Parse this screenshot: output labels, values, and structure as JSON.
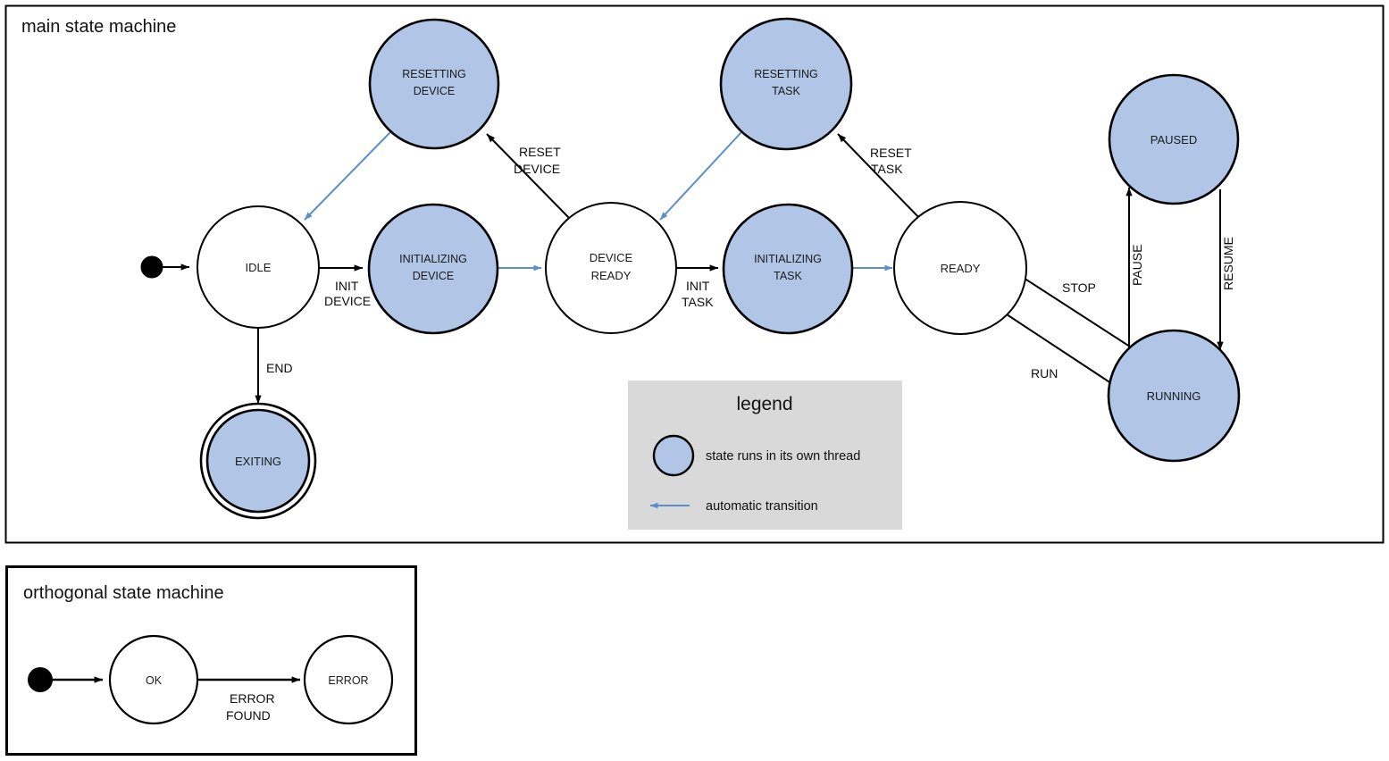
{
  "colors": {
    "thread_state_fill": "#b1c5e7",
    "plain_state_fill": "#ffffff",
    "stroke": "#000000",
    "auto_transition": "#5b8fc9",
    "legend_bg": "#d9d9d9",
    "background": "#ffffff"
  },
  "frames": [
    {
      "id": "main",
      "title": "main state machine"
    },
    {
      "id": "orthogonal",
      "title": "orthogonal state machine"
    }
  ],
  "main": {
    "title": "main state machine",
    "states": [
      {
        "id": "start",
        "label": "",
        "kind": "initial",
        "threaded": false
      },
      {
        "id": "idle",
        "label": "IDLE",
        "kind": "state",
        "threaded": false
      },
      {
        "id": "initializing_device",
        "label": "INITIALIZING DEVICE",
        "line1": "INITIALIZING",
        "line2": "DEVICE",
        "kind": "state",
        "threaded": true
      },
      {
        "id": "resetting_device",
        "label": "RESETTING DEVICE",
        "line1": "RESETTING",
        "line2": "DEVICE",
        "kind": "state",
        "threaded": true
      },
      {
        "id": "device_ready",
        "label": "DEVICE READY",
        "line1": "DEVICE",
        "line2": "READY",
        "kind": "state",
        "threaded": false
      },
      {
        "id": "initializing_task",
        "label": "INITIALIZING TASK",
        "line1": "INITIALIZING",
        "line2": "TASK",
        "kind": "state",
        "threaded": true
      },
      {
        "id": "resetting_task",
        "label": "RESETTING TASK",
        "line1": "RESETTING",
        "line2": "TASK",
        "kind": "state",
        "threaded": true
      },
      {
        "id": "ready",
        "label": "READY",
        "kind": "state",
        "threaded": false
      },
      {
        "id": "paused",
        "label": "PAUSED",
        "kind": "state",
        "threaded": true
      },
      {
        "id": "running",
        "label": "RUNNING",
        "kind": "state",
        "threaded": true
      },
      {
        "id": "exiting",
        "label": "EXITING",
        "kind": "final",
        "threaded": true
      }
    ],
    "transitions": [
      {
        "from": "start",
        "to": "idle",
        "label": "",
        "auto": false
      },
      {
        "from": "idle",
        "to": "initializing_device",
        "label": "INIT DEVICE",
        "line1": "INIT",
        "line2": "DEVICE",
        "auto": false
      },
      {
        "from": "initializing_device",
        "to": "device_ready",
        "label": "",
        "auto": true
      },
      {
        "from": "device_ready",
        "to": "resetting_device",
        "label": "RESET DEVICE",
        "line1": "RESET",
        "line2": "DEVICE",
        "auto": false
      },
      {
        "from": "resetting_device",
        "to": "idle",
        "label": "",
        "auto": true
      },
      {
        "from": "device_ready",
        "to": "initializing_task",
        "label": "INIT TASK",
        "line1": "INIT",
        "line2": "TASK",
        "auto": false
      },
      {
        "from": "initializing_task",
        "to": "ready",
        "label": "",
        "auto": true
      },
      {
        "from": "ready",
        "to": "resetting_task",
        "label": "RESET TASK",
        "line1": "RESET",
        "line2": "TASK",
        "auto": false
      },
      {
        "from": "resetting_task",
        "to": "device_ready",
        "label": "",
        "auto": true
      },
      {
        "from": "ready",
        "to": "running",
        "label": "RUN",
        "auto": false
      },
      {
        "from": "running",
        "to": "ready",
        "label": "STOP",
        "auto": false
      },
      {
        "from": "running",
        "to": "paused",
        "label": "PAUSE",
        "auto": false,
        "rotated": true
      },
      {
        "from": "paused",
        "to": "running",
        "label": "RESUME",
        "auto": false,
        "rotated": true
      },
      {
        "from": "idle",
        "to": "exiting",
        "label": "END",
        "auto": false
      }
    ]
  },
  "legend": {
    "title": "legend",
    "items": [
      {
        "symbol": "blue-circle",
        "text": "state runs in its own thread"
      },
      {
        "symbol": "blue-arrow-left",
        "text": "automatic transition"
      }
    ]
  },
  "orthogonal": {
    "title": "orthogonal state machine",
    "states": [
      {
        "id": "ortho_start",
        "label": "",
        "kind": "initial"
      },
      {
        "id": "ok",
        "label": "OK",
        "kind": "state"
      },
      {
        "id": "error",
        "label": "ERROR",
        "kind": "state"
      }
    ],
    "transitions": [
      {
        "from": "ortho_start",
        "to": "ok",
        "label": ""
      },
      {
        "from": "ok",
        "to": "error",
        "label": "ERROR FOUND",
        "line1": "ERROR",
        "line2": "FOUND"
      }
    ]
  }
}
